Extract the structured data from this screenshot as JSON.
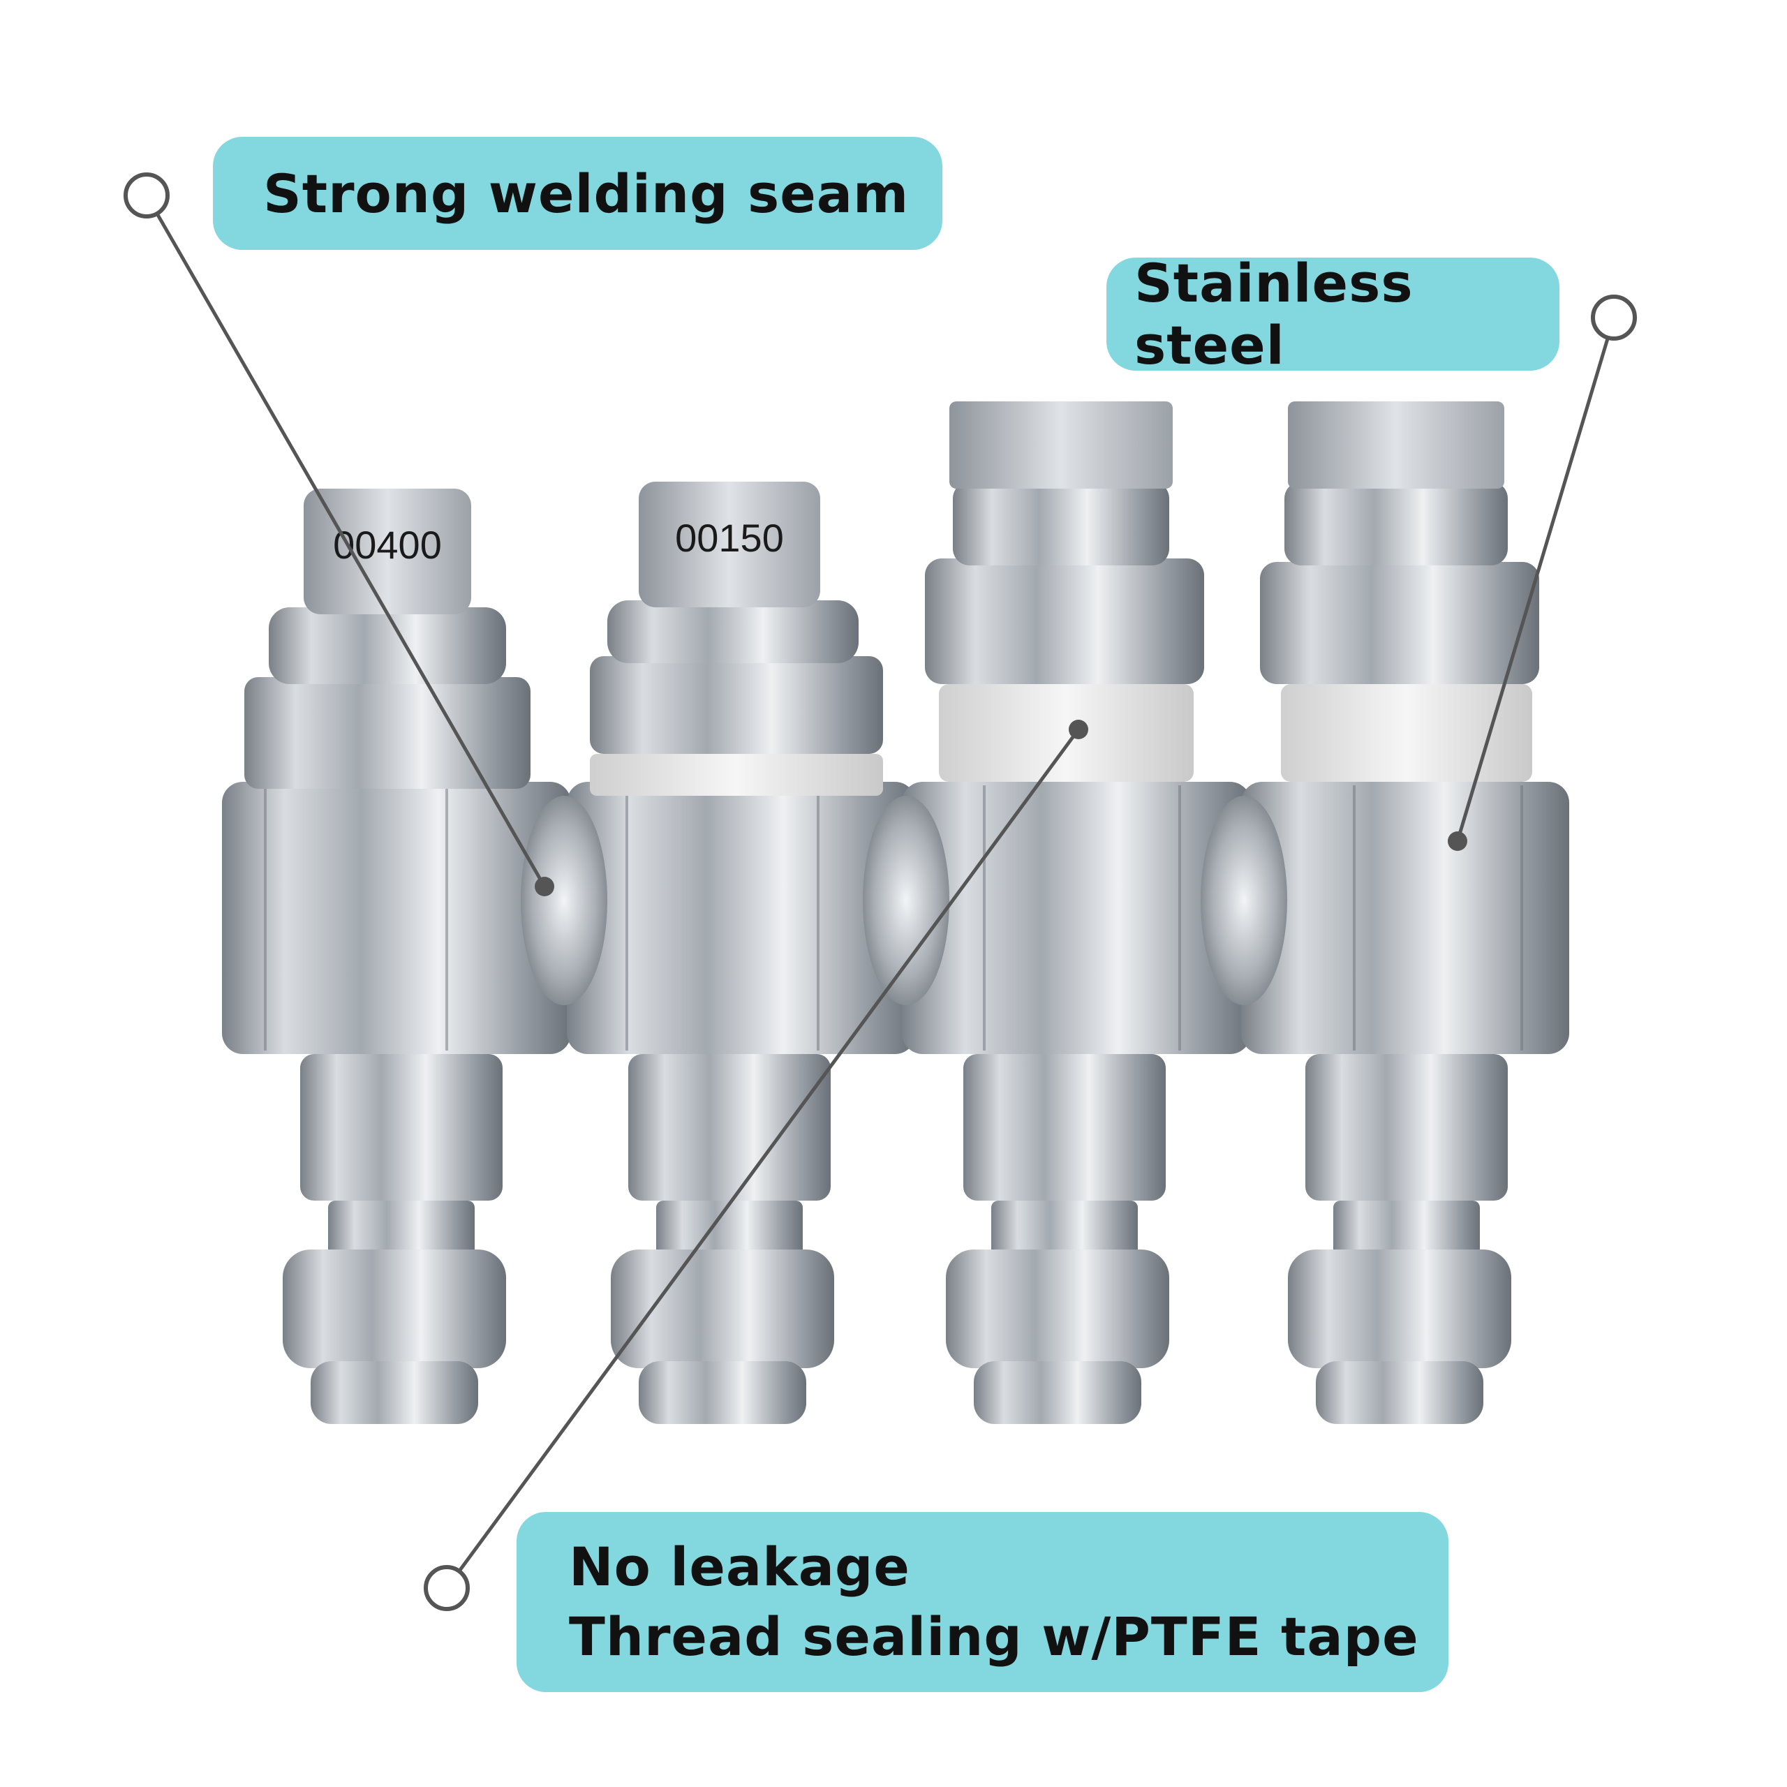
{
  "labels": {
    "weld": "Strong welding seam",
    "steel": "Stainless steel",
    "leak_line1": "No leakage",
    "leak_line2": "Thread sealing w/PTFE tape"
  },
  "nozzles": [
    {
      "marking": "00400"
    },
    {
      "marking": "00150"
    }
  ],
  "colors": {
    "label_bg": "#82d8de",
    "metal": "#b9bec4",
    "ptfe_tape": "#eeeeee",
    "callout_line": "#555555"
  }
}
